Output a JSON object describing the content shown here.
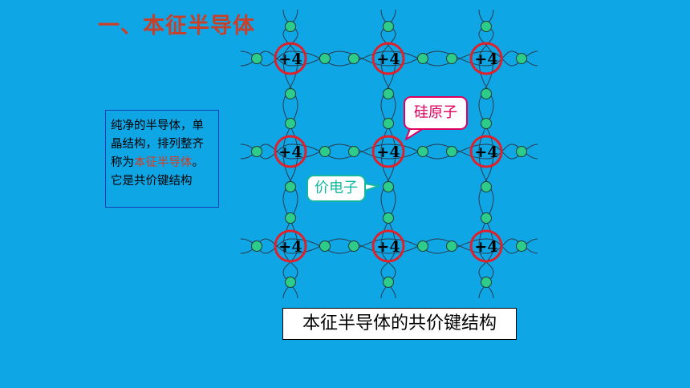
{
  "title": "一、本征半导体",
  "description": {
    "text_before": "纯净的半导体，单晶结构，排列整齐称为",
    "highlight": "本征半导体",
    "text_after": "。它是共价键结构",
    "highlight_color": "#d63a1e"
  },
  "lattice": {
    "atom_label": "+4",
    "rows": 3,
    "cols": 3,
    "atom_color": "#e0202a",
    "electron_color": "#2ecc8a"
  },
  "callouts": {
    "silicon_atom": "硅原子",
    "valence_electron": "价电子"
  },
  "caption": "本征半导体的共价键结构",
  "colors": {
    "background": "#0fa6e6",
    "title": "#c8402a"
  }
}
